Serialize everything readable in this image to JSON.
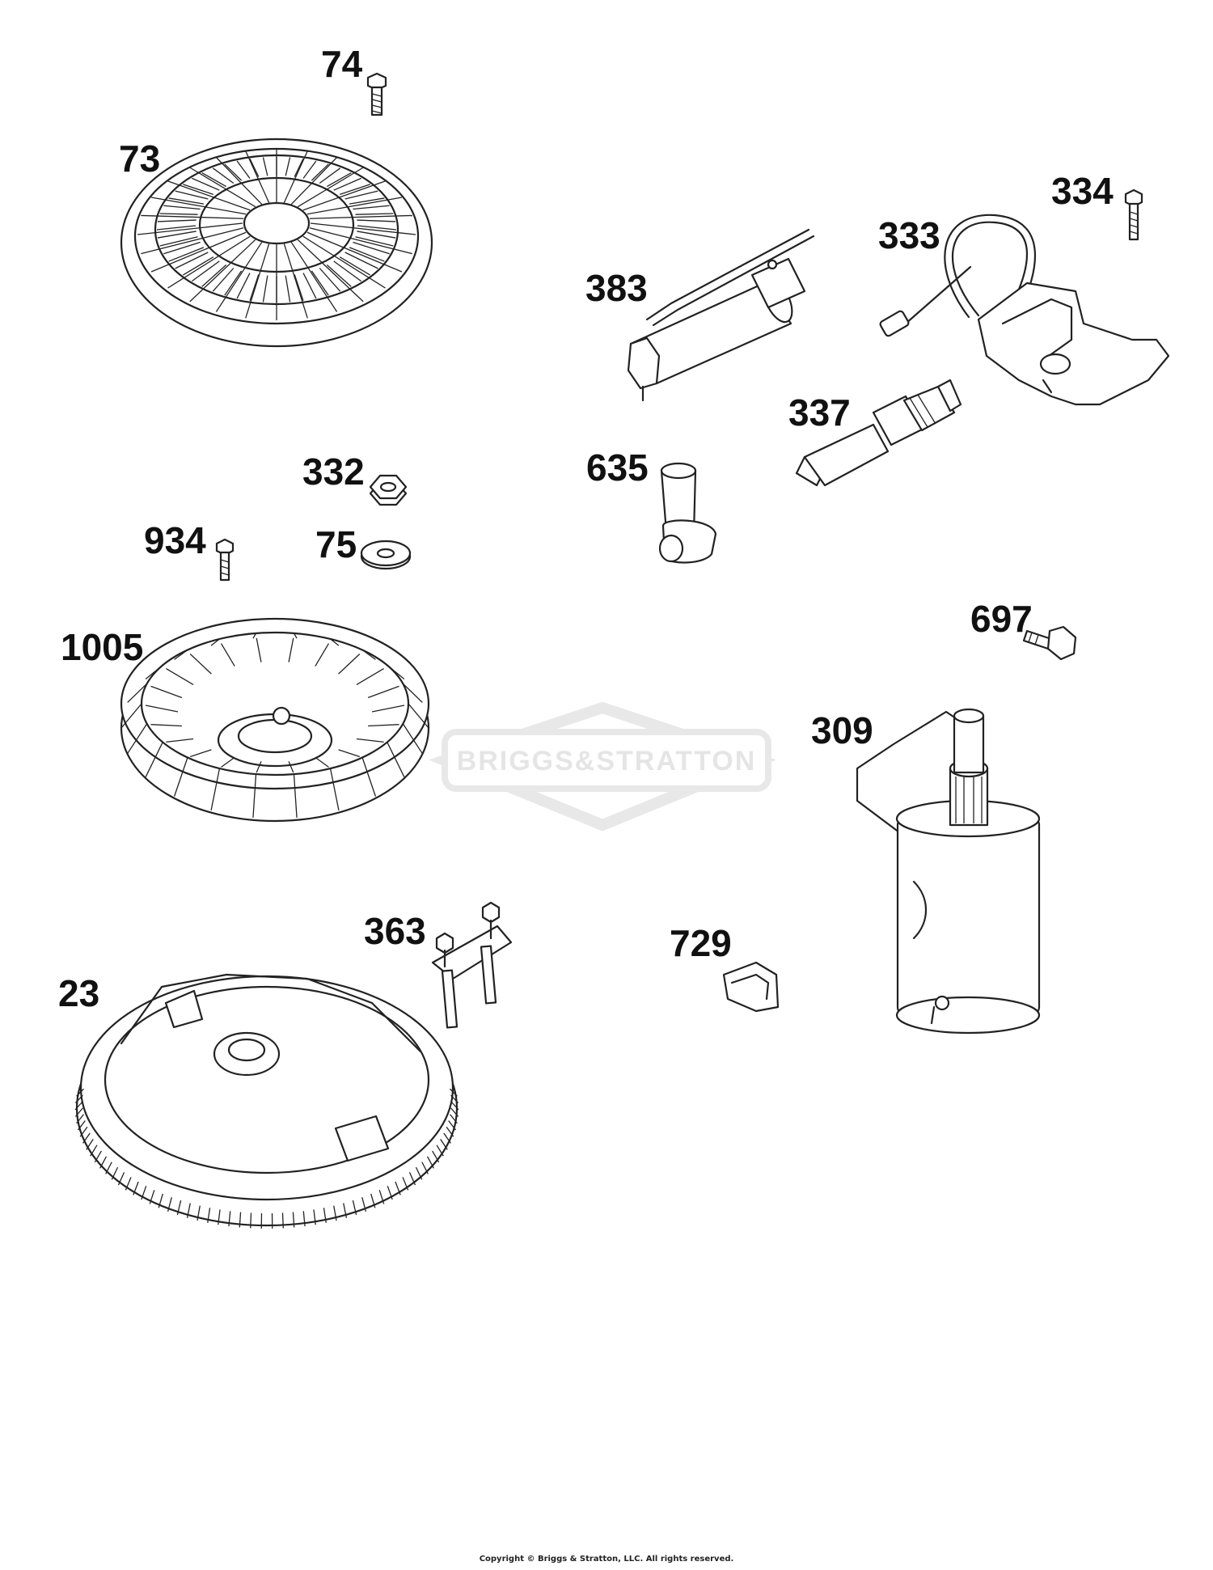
{
  "watermark": {
    "logo_text": "BRIGGS&STRATTON",
    "color": "#e8e8e8"
  },
  "callouts": [
    {
      "key": "c74",
      "label": "74"
    },
    {
      "key": "c73",
      "label": "73"
    },
    {
      "key": "c334",
      "label": "334"
    },
    {
      "key": "c333",
      "label": "333"
    },
    {
      "key": "c383",
      "label": "383"
    },
    {
      "key": "c337",
      "label": "337"
    },
    {
      "key": "c332",
      "label": "332"
    },
    {
      "key": "c635",
      "label": "635"
    },
    {
      "key": "c934",
      "label": "934"
    },
    {
      "key": "c75",
      "label": "75"
    },
    {
      "key": "c697",
      "label": "697"
    },
    {
      "key": "c1005",
      "label": "1005"
    },
    {
      "key": "c309",
      "label": "309"
    },
    {
      "key": "c363",
      "label": "363"
    },
    {
      "key": "c729",
      "label": "729"
    },
    {
      "key": "c23",
      "label": "23"
    }
  ],
  "parts": [
    {
      "number": "74",
      "icon": "bolt-icon"
    },
    {
      "number": "73",
      "icon": "fan-screen-icon"
    },
    {
      "number": "334",
      "icon": "bolt-icon"
    },
    {
      "number": "333",
      "icon": "ignition-coil-icon"
    },
    {
      "number": "383",
      "icon": "ground-wire-icon"
    },
    {
      "number": "337",
      "icon": "spark-plug-icon"
    },
    {
      "number": "332",
      "icon": "hex-nut-icon"
    },
    {
      "number": "635",
      "icon": "spark-plug-boot-icon"
    },
    {
      "number": "934",
      "icon": "screw-icon"
    },
    {
      "number": "75",
      "icon": "washer-icon"
    },
    {
      "number": "697",
      "icon": "bolt-icon"
    },
    {
      "number": "1005",
      "icon": "flywheel-fan-icon"
    },
    {
      "number": "309",
      "icon": "starter-motor-icon"
    },
    {
      "number": "363",
      "icon": "armature-bracket-icon"
    },
    {
      "number": "729",
      "icon": "clip-icon"
    },
    {
      "number": "23",
      "icon": "flywheel-icon"
    }
  ],
  "copyright": "Copyright © Briggs & Stratton, LLC. All rights reserved."
}
